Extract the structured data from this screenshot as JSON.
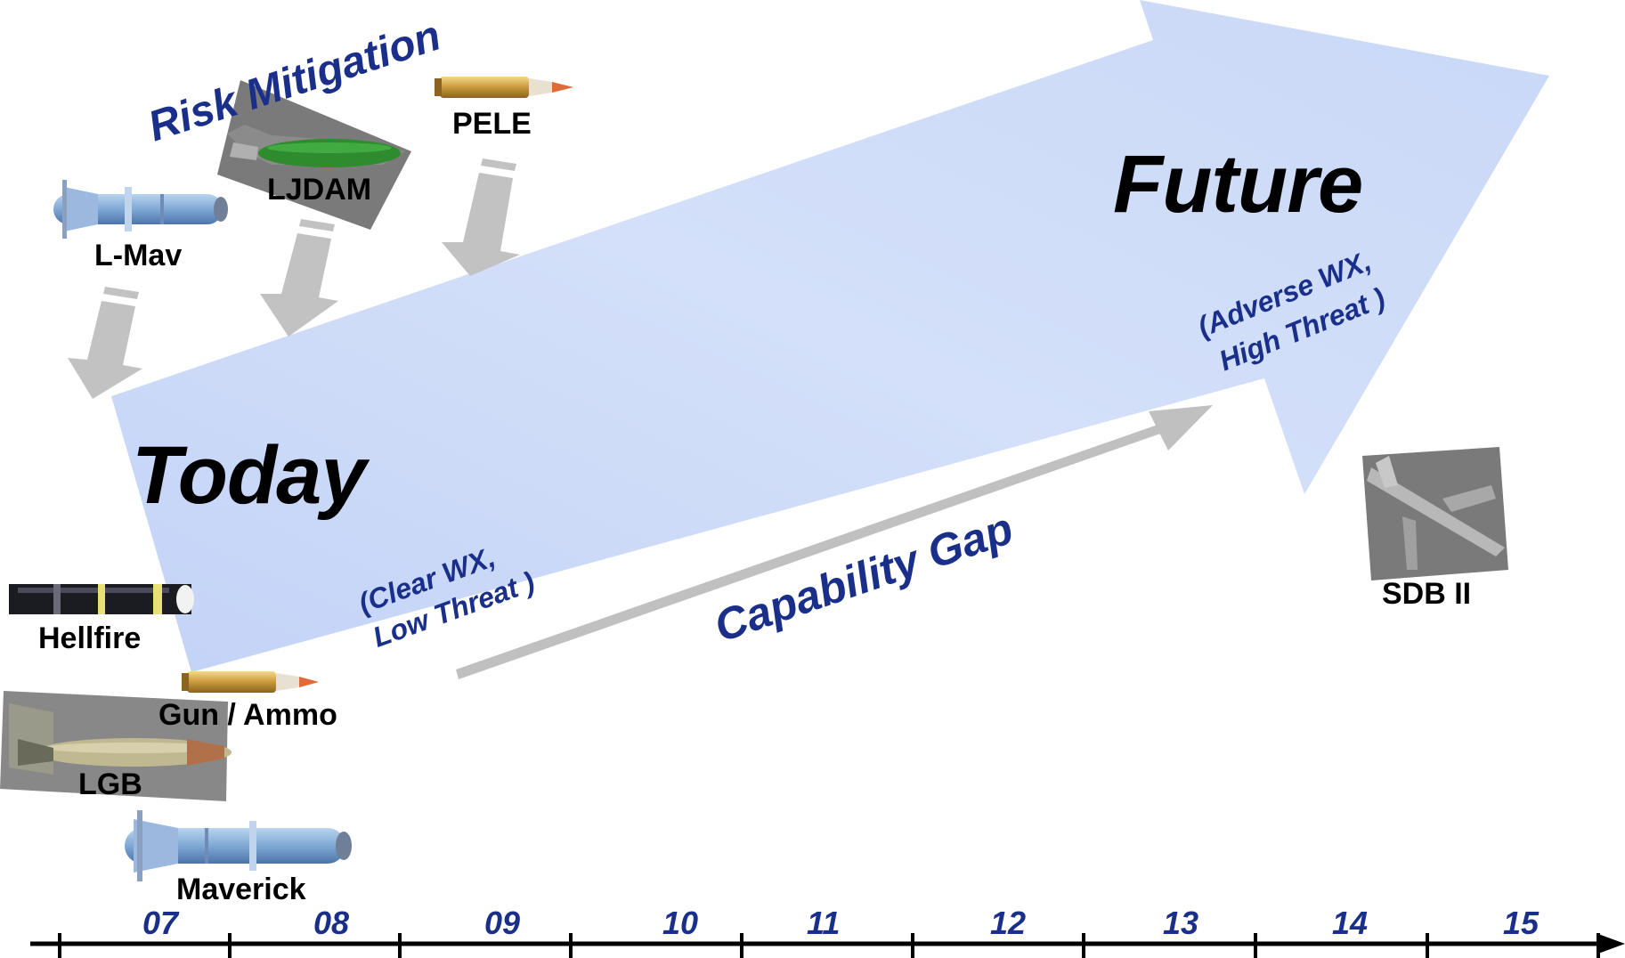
{
  "phases": {
    "today": "Today",
    "future": "Future"
  },
  "conditions": {
    "today_line1": "(Clear WX,",
    "today_line2": "Low Threat )",
    "future_line1": "(Adverse WX,",
    "future_line2": "High Threat )"
  },
  "labels": {
    "risk_mitigation": "Risk Mitigation",
    "capability_gap": "Capability Gap"
  },
  "weapons": {
    "pele": "PELE",
    "ljdam": "LJDAM",
    "lmav": "L-Mav",
    "hellfire": "Hellfire",
    "gun_ammo": "Gun / Ammo",
    "lgb": "LGB",
    "maverick": "Maverick",
    "sdb2": "SDB II"
  },
  "timeline": {
    "years": [
      "07",
      "08",
      "09",
      "10",
      "11",
      "12",
      "13",
      "14",
      "15"
    ]
  },
  "colors": {
    "arrow_fill": "#c6d5f7",
    "gray_arrow": "#c0c0c0",
    "label_blue": "#1a2f8a",
    "axis": "#000000"
  }
}
